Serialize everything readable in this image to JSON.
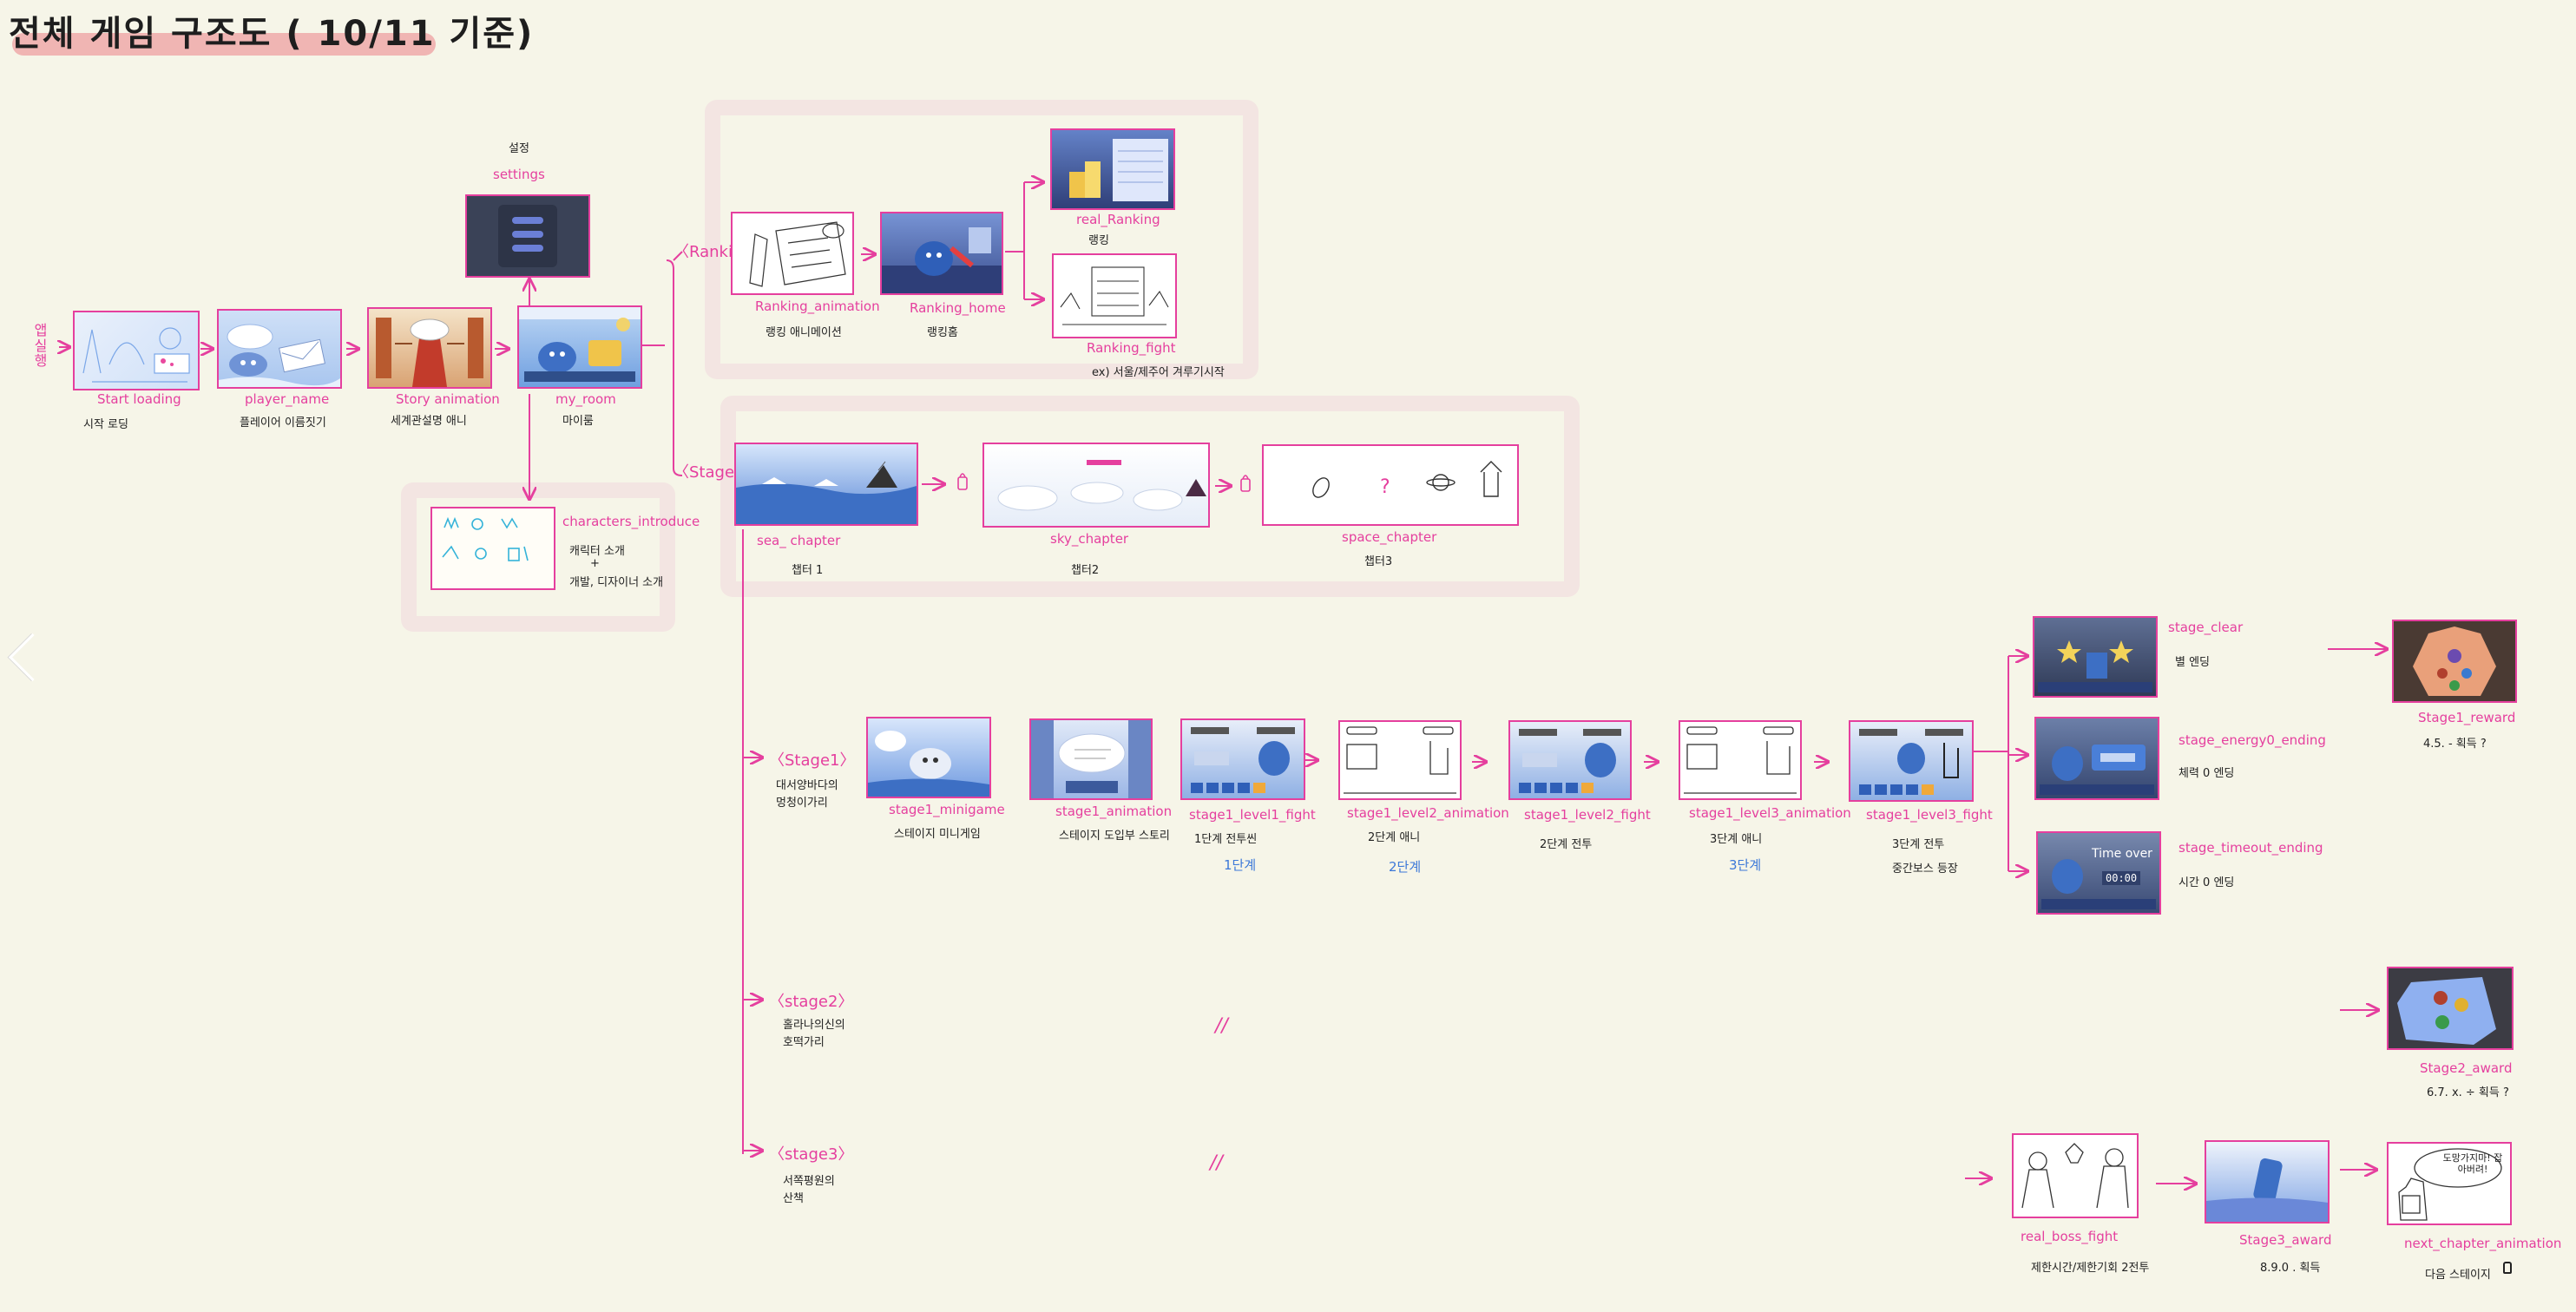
{
  "title": "전체 게임 구조도 ( 10/11 기준)",
  "app_launch": "앱 실행",
  "settings_header": "설정",
  "branches": {
    "ranking": "〈Ranking〉",
    "stage": "〈Stage〉",
    "stage1": "〈Stage1〉",
    "stage2": "〈stage2〉",
    "stage3": "〈stage3〉"
  },
  "stage_descriptions": {
    "stage1": [
      "대서양바다의",
      "멍청이가리"
    ],
    "stage2": [
      "홀라나의신의",
      "호떡가리"
    ],
    "stage3": [
      "서쪽평원의",
      "산책"
    ]
  },
  "ditto_marks": {
    "stage2": "//",
    "stage3": "//"
  },
  "characters_box": {
    "label": "characters_introduce",
    "note1": "캐릭터 소개",
    "note2": "+",
    "note3": "개발, 디자이너 소개"
  },
  "nodes": [
    {
      "id": "start_loading",
      "label": "Start loading",
      "sub": "시작 로딩"
    },
    {
      "id": "player_name",
      "label": "player_name",
      "sub": "플레이어 이름짓기"
    },
    {
      "id": "story_animation",
      "label": "Story animation",
      "sub": "세계관설명 애니"
    },
    {
      "id": "my_room",
      "label": "my_room",
      "sub": "마이룸"
    },
    {
      "id": "settings",
      "label": "settings",
      "sub": ""
    },
    {
      "id": "ranking_animation",
      "label": "Ranking_animation",
      "sub": "랭킹 애니메이션"
    },
    {
      "id": "ranking_home",
      "label": "Ranking_home",
      "sub": "랭킹홈"
    },
    {
      "id": "real_ranking",
      "label": "real_Ranking",
      "sub": "랭킹"
    },
    {
      "id": "ranking_fight",
      "label": "Ranking_fight",
      "sub": "ex) 서울/제주어 겨루기시작"
    },
    {
      "id": "sea_chapter",
      "label": "sea_ chapter",
      "sub": "챕터 1"
    },
    {
      "id": "sky_chapter",
      "label": "sky_chapter",
      "sub": "챕터2"
    },
    {
      "id": "space_chapter",
      "label": "space_chapter",
      "sub": "챕터3"
    },
    {
      "id": "stage1_minigame",
      "label": "stage1_minigame",
      "sub": "스테이지 미니게임"
    },
    {
      "id": "stage1_animation",
      "label": "stage1_animation",
      "sub": "스테이지 도입부 스토리"
    },
    {
      "id": "stage1_level1_fight",
      "label": "stage1_level1_fight",
      "sub": "1단계 전투씬",
      "step": "1단계"
    },
    {
      "id": "stage1_level2_animation",
      "label": "stage1_level2_animation",
      "sub": "2단계 애니",
      "step": "2단계"
    },
    {
      "id": "stage1_level2_fight",
      "label": "stage1_level2_fight",
      "sub": "2단계 전투"
    },
    {
      "id": "stage1_level3_animation",
      "label": "stage1_level3_animation",
      "sub": "3단계 애니",
      "step": "3단계"
    },
    {
      "id": "stage1_level3_fight",
      "label": "stage1_level3_fight",
      "sub": "3단계 전투",
      "sub2": "중간보스 등장"
    },
    {
      "id": "stage_clear",
      "label": "stage_clear",
      "sub": "별 엔딩"
    },
    {
      "id": "stage_energy0_ending",
      "label": "stage_energy0_ending",
      "sub": "체력 0 엔딩"
    },
    {
      "id": "stage_timeout_ending",
      "label": "stage_timeout_ending",
      "sub": "시간 0 엔딩"
    },
    {
      "id": "stage1_reward",
      "label": "Stage1_reward",
      "sub": "4.5. - 획득 ?"
    },
    {
      "id": "stage2_award",
      "label": "Stage2_award",
      "sub": "6.7. x. ÷ 획득 ?"
    },
    {
      "id": "real_boss_fight",
      "label": "real_boss_fight",
      "sub": "제한시간/제한기회 2전투"
    },
    {
      "id": "stage3_award",
      "label": "Stage3_award",
      "sub": "8.9.0 . 획득"
    },
    {
      "id": "next_chapter_animation",
      "label": "next_chapter_animation",
      "sub": "다음 스테이지"
    }
  ],
  "thumb_text": {
    "timeout": "Time over",
    "timer": "00:00",
    "speech": "도망가지마! 잡아버려!"
  },
  "colors": {
    "accent": "#e53f9e",
    "background": "#f6f5e8",
    "group": "#f3e5e2",
    "step_blue": "#3c78d8"
  }
}
